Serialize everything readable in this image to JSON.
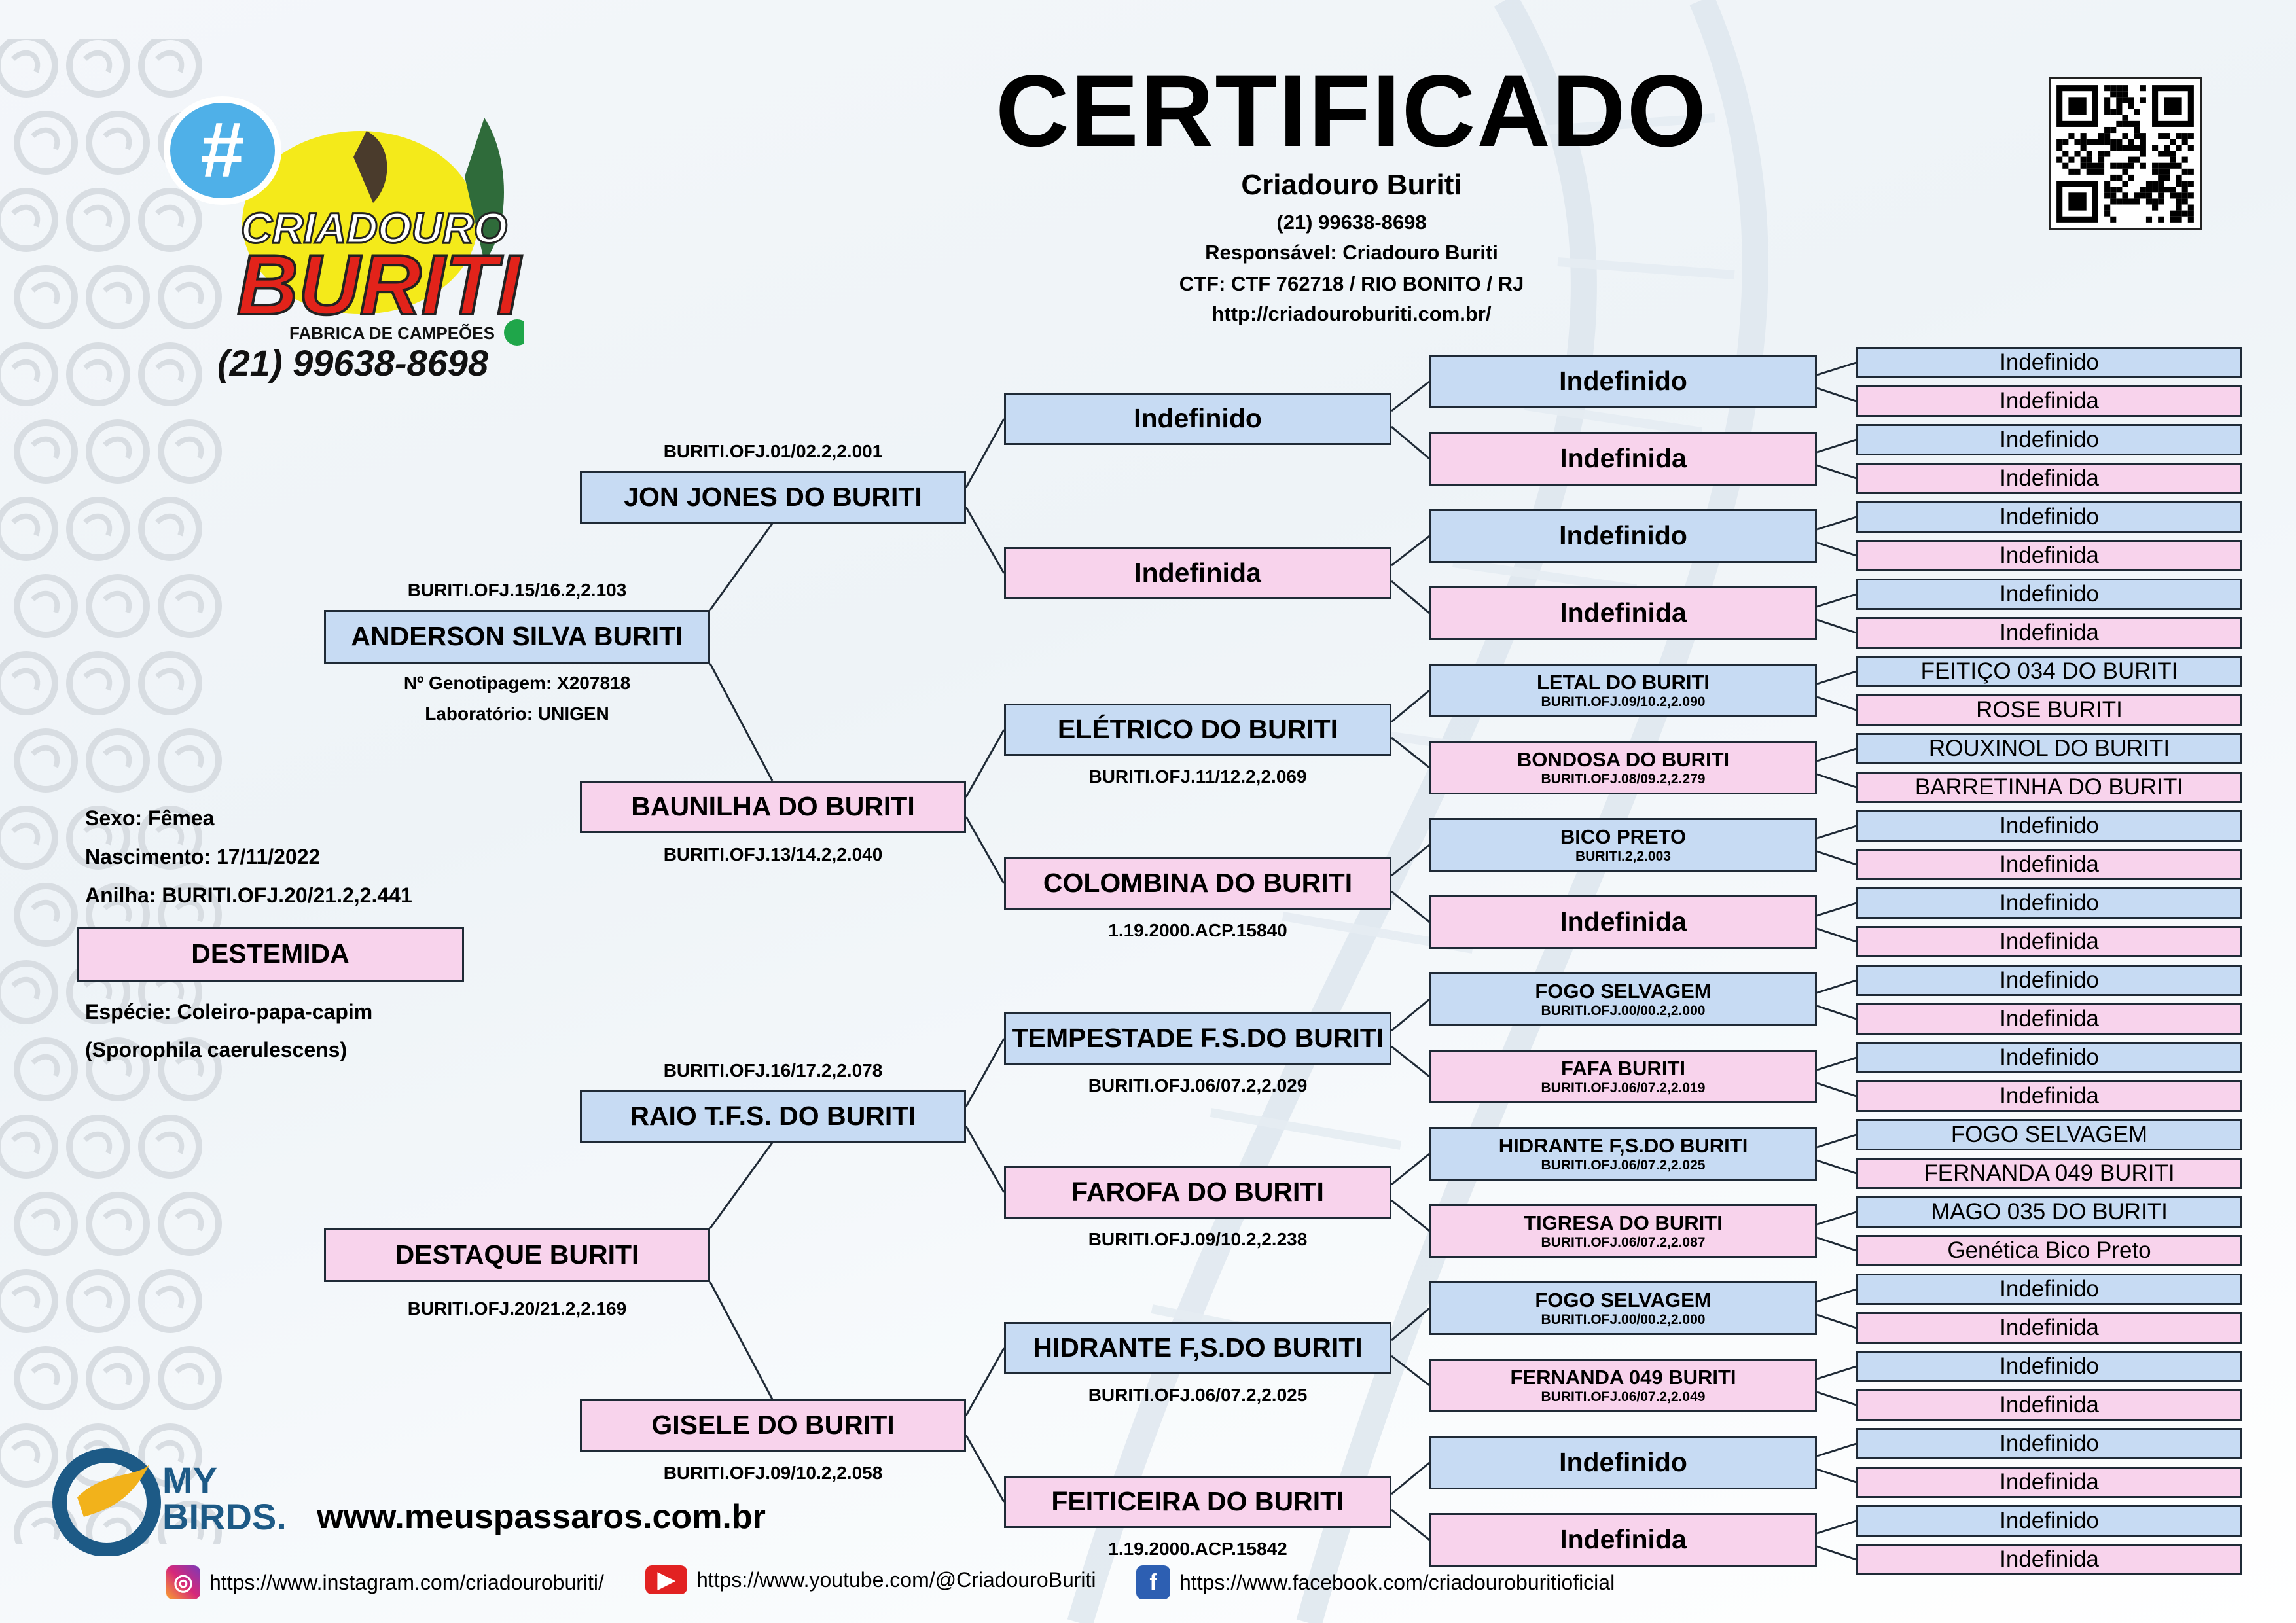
{
  "header": {
    "title": "CERTIFICADO",
    "breeder": "Criadouro Buriti",
    "phone": "(21) 99638-8698",
    "responsible": "Responsável: Criadouro Buriti",
    "ctf": "CTF: CTF 762718 / RIO BONITO / RJ",
    "url": "http://criadouroburiti.com.br/"
  },
  "logo": {
    "line1": "CRIADOURO",
    "line2": "BURITI",
    "line3": "FABRICA DE CAMPEÕES",
    "phone": "(21) 99638-8698"
  },
  "bird": {
    "sex": "Sexo: Fêmea",
    "birth": "Nascimento: 17/11/2022",
    "ring": "Anilha: BURITI.OFJ.20/21.2,2.441",
    "name": "DESTEMIDA",
    "species": "Espécie: Coleiro-papa-capim",
    "scientific": "(Sporophila caerulescens)"
  },
  "gen1": {
    "father": {
      "name": "ANDERSON SILVA BURITI",
      "reg": "BURITI.OFJ.15/16.2,2.103",
      "geno": "Nº Genotipagem: X207818",
      "lab": "Laboratório: UNIGEN"
    },
    "mother": {
      "name": "DESTAQUE BURITI",
      "reg": "BURITI.OFJ.20/21.2,2.169"
    }
  },
  "gen2": [
    {
      "name": "JON JONES DO BURITI",
      "reg": "BURITI.OFJ.01/02.2,2.001"
    },
    {
      "name": "BAUNILHA DO BURITI",
      "reg": "BURITI.OFJ.13/14.2,2.040"
    },
    {
      "name": "RAIO T.F.S. DO BURITI",
      "reg": "BURITI.OFJ.16/17.2,2.078"
    },
    {
      "name": "GISELE DO BURITI",
      "reg": "BURITI.OFJ.09/10.2,2.058"
    }
  ],
  "gen3": [
    {
      "name": "Indefinido",
      "reg": ""
    },
    {
      "name": "Indefinida",
      "reg": ""
    },
    {
      "name": "ELÉTRICO DO BURITI",
      "reg": "BURITI.OFJ.11/12.2,2.069"
    },
    {
      "name": "COLOMBINA DO BURITI",
      "reg": "1.19.2000.ACP.15840"
    },
    {
      "name": "TEMPESTADE F.S.DO BURITI",
      "reg": "BURITI.OFJ.06/07.2,2.029"
    },
    {
      "name": "FAROFA DO BURITI",
      "reg": "BURITI.OFJ.09/10.2,2.238"
    },
    {
      "name": "HIDRANTE F,S.DO BURITI",
      "reg": "BURITI.OFJ.06/07.2,2.025"
    },
    {
      "name": "FEITICEIRA DO BURITI",
      "reg": "1.19.2000.ACP.15842"
    }
  ],
  "gen4": [
    {
      "name": "Indefinido",
      "reg": ""
    },
    {
      "name": "Indefinida",
      "reg": ""
    },
    {
      "name": "Indefinido",
      "reg": ""
    },
    {
      "name": "Indefinida",
      "reg": ""
    },
    {
      "name": "LETAL DO BURITI",
      "reg": "BURITI.OFJ.09/10.2,2.090"
    },
    {
      "name": "BONDOSA DO BURITI",
      "reg": "BURITI.OFJ.08/09.2,2.279"
    },
    {
      "name": "BICO PRETO",
      "reg": "BURITI.2,2.003"
    },
    {
      "name": "Indefinida",
      "reg": ""
    },
    {
      "name": "FOGO SELVAGEM",
      "reg": "BURITI.OFJ.00/00.2,2.000"
    },
    {
      "name": "FAFA BURITI",
      "reg": "BURITI.OFJ.06/07.2,2.019"
    },
    {
      "name": "HIDRANTE F,S.DO BURITI",
      "reg": "BURITI.OFJ.06/07.2,2.025"
    },
    {
      "name": "TIGRESA DO BURITI",
      "reg": "BURITI.OFJ.06/07.2,2.087"
    },
    {
      "name": "FOGO SELVAGEM",
      "reg": "BURITI.OFJ.00/00.2,2.000"
    },
    {
      "name": "FERNANDA 049 BURITI",
      "reg": "BURITI.OFJ.06/07.2,2.049"
    },
    {
      "name": "Indefinido",
      "reg": ""
    },
    {
      "name": "Indefinida",
      "reg": ""
    }
  ],
  "gen5": [
    "Indefinido",
    "Indefinida",
    "Indefinido",
    "Indefinida",
    "Indefinido",
    "Indefinida",
    "Indefinido",
    "Indefinida",
    "FEITIÇO 034 DO BURITI",
    "ROSE BURITI",
    "ROUXINOL DO BURITI",
    "BARRETINHA DO BURITI",
    "Indefinido",
    "Indefinida",
    "Indefinido",
    "Indefinida",
    "Indefinido",
    "Indefinida",
    "Indefinido",
    "Indefinida",
    "FOGO SELVAGEM",
    "FERNANDA 049 BURITI",
    "MAGO 035 DO BURITI",
    "Genética Bico Preto",
    "Indefinido",
    "Indefinida",
    "Indefinido",
    "Indefinida",
    "Indefinido",
    "Indefinida",
    "Indefinido",
    "Indefinida"
  ],
  "footer": {
    "brand_top": "MY",
    "brand_bottom": "BIRDS.",
    "site": "www.meuspassaros.com.br",
    "instagram": "https://www.instagram.com/criadouroburiti/",
    "youtube": "https://www.youtube.com/@CriadouroBuriti",
    "facebook": "https://www.facebook.com/criadouroburitioficial"
  },
  "colors": {
    "male": "#c7dbf3",
    "female": "#f8d3ec",
    "border": "#1f2a36"
  }
}
